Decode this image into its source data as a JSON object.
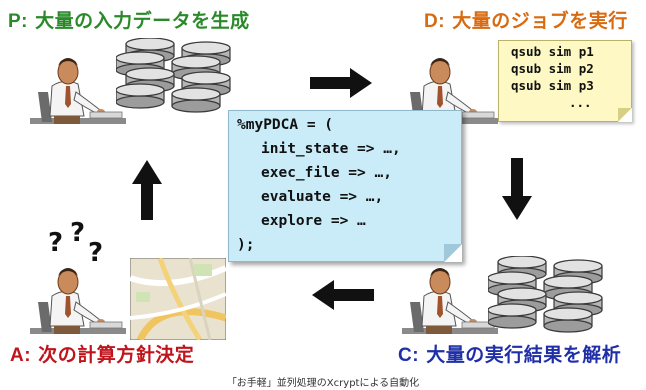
{
  "titles": {
    "plan": {
      "key": "P:",
      "text": "大量の入力データを生成"
    },
    "do": {
      "key": "D:",
      "text": "大量のジョブを実行"
    },
    "act": {
      "key": "A:",
      "text": "次の計算方針決定"
    },
    "check": {
      "key": "C:",
      "text": "大量の実行結果を解析"
    }
  },
  "center_code": {
    "line1": "%myPDCA = (",
    "line2": "init_state => …,",
    "line3": "exec_file => …,",
    "line4": "evaluate => …,",
    "line5": "explore => …",
    "line6": ");"
  },
  "jobs_note": {
    "line1": "qsub sim p1",
    "line2": "qsub sim p2",
    "line3": "qsub sim p3",
    "line4": "..."
  },
  "question_marks": [
    "?",
    "?",
    "?"
  ],
  "caption": "「お手軽」並列処理のXcryptによる自動化",
  "colors": {
    "plan": "#2a8a2a",
    "do": "#d86a10",
    "act": "#c0141c",
    "check": "#1f2fa8",
    "code_box": "#c9ecf8",
    "note_box": "#fdf8c4",
    "arrow": "#111111"
  }
}
